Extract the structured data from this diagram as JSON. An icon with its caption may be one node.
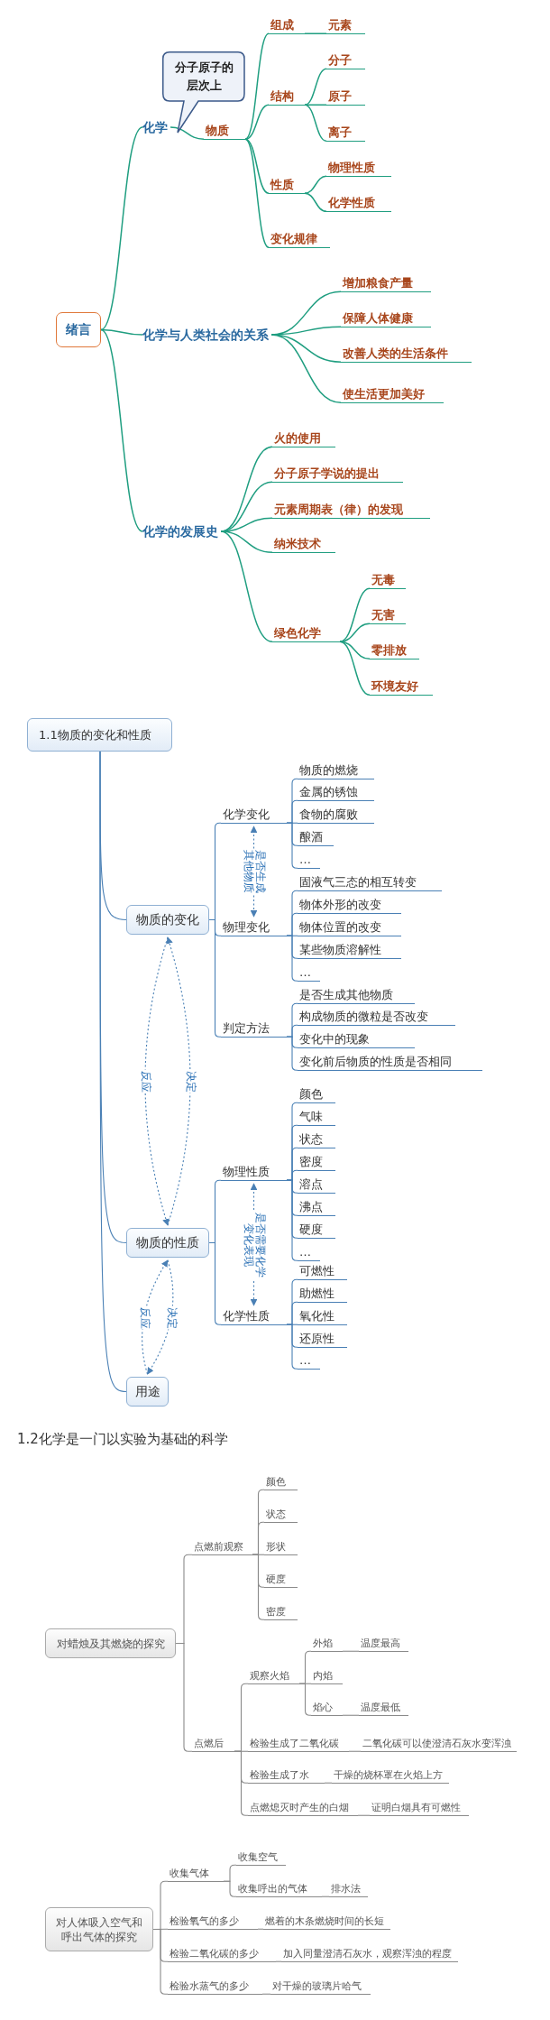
{
  "diagram": {
    "nodes": [
      {
        "text": [
          "绪言"
        ]
      },
      {
        "text": [
          "化学"
        ]
      },
      {
        "text": [
          "分子原子的层次上"
        ]
      },
      {
        "text": [
          "物质"
        ]
      },
      {
        "text": [
          "组成"
        ]
      },
      {
        "text": [
          "元素"
        ]
      },
      {
        "text": [
          "结构"
        ]
      },
      {
        "text": [
          "分子"
        ]
      },
      {
        "text": [
          "原子"
        ]
      },
      {
        "text": [
          "离子"
        ]
      },
      {
        "text": [
          "性质"
        ]
      },
      {
        "text": [
          "物理性质"
        ]
      },
      {
        "text": [
          "化学性质"
        ]
      },
      {
        "text": [
          "变化规律"
        ]
      },
      {
        "text": [
          "化学与人类社会的关系"
        ]
      },
      {
        "text": [
          "增加粮食产量"
        ]
      },
      {
        "text": [
          "保障人体健康"
        ]
      },
      {
        "text": [
          "改善人类的生活条件"
        ]
      },
      {
        "text": [
          "使生活更加美好"
        ]
      },
      {
        "text": [
          "化学的发展史"
        ]
      },
      {
        "text": [
          "火的使用"
        ]
      },
      {
        "text": [
          "分子原子学说的提出"
        ]
      },
      {
        "text": [
          "元素周期表（律）的发现"
        ]
      },
      {
        "text": [
          "纳米技术"
        ]
      },
      {
        "text": [
          "绿色化学"
        ]
      },
      {
        "text": [
          "无毒"
        ]
      },
      {
        "text": [
          "无害"
        ]
      },
      {
        "text": [
          "零排放"
        ]
      },
      {
        "text": [
          "环境友好"
        ]
      },
      {
        "text": [
          "1.1物质的变化和性质"
        ]
      },
      {
        "text": [
          "物质的变化"
        ]
      },
      {
        "text": [
          "化学变化"
        ]
      },
      {
        "text": [
          "物质的燃烧"
        ]
      },
      {
        "text": [
          "金属的锈蚀"
        ]
      },
      {
        "text": [
          "食物的腐败"
        ]
      },
      {
        "text": [
          "酿酒"
        ]
      },
      {
        "text": [
          "…"
        ]
      },
      {
        "text": [
          "物理变化"
        ]
      },
      {
        "text": [
          "固液气三态的相互转变"
        ]
      },
      {
        "text": [
          "物体外形的改变"
        ]
      },
      {
        "text": [
          "物体位置的改变"
        ]
      },
      {
        "text": [
          "某些物质溶解性"
        ]
      },
      {
        "text": [
          "…"
        ]
      },
      {
        "text": [
          "判定方法"
        ]
      },
      {
        "text": [
          "是否生成其他物质"
        ]
      },
      {
        "text": [
          "构成物质的微粒是否改变"
        ]
      },
      {
        "text": [
          "变化中的现象"
        ]
      },
      {
        "text": [
          "变化前后物质的性质是否相同"
        ]
      },
      {
        "text": [
          "物质的性质"
        ]
      },
      {
        "text": [
          "物理性质"
        ]
      },
      {
        "text": [
          "颜色"
        ]
      },
      {
        "text": [
          "气味"
        ]
      },
      {
        "text": [
          "状态"
        ]
      },
      {
        "text": [
          "密度"
        ]
      },
      {
        "text": [
          "溶点"
        ]
      },
      {
        "text": [
          "沸点"
        ]
      },
      {
        "text": [
          "硬度"
        ]
      },
      {
        "text": [
          "…"
        ]
      },
      {
        "text": [
          "化学性质"
        ]
      },
      {
        "text": [
          "可燃性"
        ]
      },
      {
        "text": [
          "助燃性"
        ]
      },
      {
        "text": [
          "氧化性"
        ]
      },
      {
        "text": [
          "还原性"
        ]
      },
      {
        "text": [
          "…"
        ]
      },
      {
        "text": [
          "用途"
        ]
      },
      {
        "text": [
          "对蜡烛及其燃烧的探究"
        ]
      },
      {
        "text": [
          "点燃前观察"
        ]
      },
      {
        "text": [
          "颜色"
        ]
      },
      {
        "text": [
          "状态"
        ]
      },
      {
        "text": [
          "形状"
        ]
      },
      {
        "text": [
          "硬度"
        ]
      },
      {
        "text": [
          "密度"
        ]
      },
      {
        "text": [
          "点燃后"
        ]
      },
      {
        "text": [
          "观察火焰"
        ]
      },
      {
        "text": [
          "外焰"
        ]
      },
      {
        "text": [
          "温度最高"
        ]
      },
      {
        "text": [
          "内焰"
        ]
      },
      {
        "text": [
          "焰心"
        ]
      },
      {
        "text": [
          "温度最低"
        ]
      },
      {
        "text": [
          "检验生成了二氧化碳"
        ]
      },
      {
        "text": [
          "二氧化碳可以使澄清石灰水变浑浊"
        ]
      },
      {
        "text": [
          "检验生成了水"
        ]
      },
      {
        "text": [
          "干燥的烧杯罩在火焰上方"
        ]
      },
      {
        "text": [
          "点燃熄灭时产生的白烟"
        ]
      },
      {
        "text": [
          "证明白烟具有可燃性"
        ]
      },
      {
        "text": [
          "对人体吸入空气和呼出气体的探究"
        ]
      },
      {
        "text": [
          "收集气体"
        ]
      },
      {
        "text": [
          "收集空气"
        ]
      },
      {
        "text": [
          "收集呼出的气体"
        ]
      },
      {
        "text": [
          "排水法"
        ]
      },
      {
        "text": [
          "检验氧气的多少"
        ]
      },
      {
        "text": [
          "燃着的木条燃烧时间的长短"
        ]
      },
      {
        "text": [
          "检验二氧化碳的多少"
        ]
      },
      {
        "text": [
          "加入同量澄清石灰水，观察浑浊的程度"
        ]
      },
      {
        "text": [
          "检验水蒸气的多少"
        ]
      },
      {
        "text": [
          "对干燥的玻璃片哈气"
        ]
      }
    ],
    "edges": [
      {
        "from": 0,
        "to": 1,
        "arrow": "none",
        "color": "#1f9e80"
      },
      {
        "from": 0,
        "to": 14,
        "arrow": "none",
        "color": "#1f9e80"
      },
      {
        "from": 0,
        "to": 19,
        "arrow": "none",
        "color": "#1f9e80"
      },
      {
        "from": 1,
        "to": 3,
        "arrow": "none",
        "color": "#1f9e80"
      },
      {
        "from": 3,
        "to": 4,
        "arrow": "none",
        "color": "#1f9e80"
      },
      {
        "from": 3,
        "to": 6,
        "arrow": "none",
        "color": "#1f9e80"
      },
      {
        "from": 3,
        "to": 10,
        "arrow": "none",
        "color": "#1f9e80"
      },
      {
        "from": 3,
        "to": 13,
        "arrow": "none",
        "color": "#1f9e80"
      },
      {
        "from": 4,
        "to": 5,
        "arrow": "none",
        "color": "#1f9e80"
      },
      {
        "from": 6,
        "to": 7,
        "arrow": "none",
        "color": "#1f9e80"
      },
      {
        "from": 6,
        "to": 8,
        "arrow": "none",
        "color": "#1f9e80"
      },
      {
        "from": 6,
        "to": 9,
        "arrow": "none",
        "color": "#1f9e80"
      },
      {
        "from": 10,
        "to": 11,
        "arrow": "none",
        "color": "#1f9e80"
      },
      {
        "from": 10,
        "to": 12,
        "arrow": "none",
        "color": "#1f9e80"
      },
      {
        "from": 14,
        "to": 15,
        "arrow": "none",
        "color": "#1f9e80"
      },
      {
        "from": 14,
        "to": 16,
        "arrow": "none",
        "color": "#1f9e80"
      },
      {
        "from": 14,
        "to": 17,
        "arrow": "none",
        "color": "#1f9e80"
      },
      {
        "from": 14,
        "to": 18,
        "arrow": "none",
        "color": "#1f9e80"
      },
      {
        "from": 19,
        "to": 20,
        "arrow": "none",
        "color": "#1f9e80"
      },
      {
        "from": 19,
        "to": 21,
        "arrow": "none",
        "color": "#1f9e80"
      },
      {
        "from": 19,
        "to": 22,
        "arrow": "none",
        "color": "#1f9e80"
      },
      {
        "from": 19,
        "to": 23,
        "arrow": "none",
        "color": "#1f9e80"
      },
      {
        "from": 19,
        "to": 24,
        "arrow": "none",
        "color": "#1f9e80"
      },
      {
        "from": 24,
        "to": 25,
        "arrow": "none",
        "color": "#1f9e80"
      },
      {
        "from": 24,
        "to": 26,
        "arrow": "none",
        "color": "#1f9e80"
      },
      {
        "from": 24,
        "to": 27,
        "arrow": "none",
        "color": "#1f9e80"
      },
      {
        "from": 24,
        "to": 28,
        "arrow": "none",
        "color": "#1f9e80"
      },
      {
        "from": 29,
        "to": 30,
        "arrow": "none"
      },
      {
        "from": 29,
        "to": 48,
        "arrow": "none"
      },
      {
        "from": 29,
        "to": 64,
        "arrow": "none"
      },
      {
        "from": 30,
        "to": 31,
        "arrow": "none"
      },
      {
        "from": 30,
        "to": 37,
        "arrow": "none"
      },
      {
        "from": 30,
        "to": 43,
        "arrow": "none"
      },
      {
        "from": 31,
        "to": 32,
        "arrow": "none"
      },
      {
        "from": 31,
        "to": 33,
        "arrow": "none"
      },
      {
        "from": 31,
        "to": 34,
        "arrow": "none"
      },
      {
        "from": 31,
        "to": 35,
        "arrow": "none"
      },
      {
        "from": 31,
        "to": 36,
        "arrow": "none"
      },
      {
        "from": 37,
        "to": 38,
        "arrow": "none"
      },
      {
        "from": 37,
        "to": 39,
        "arrow": "none"
      },
      {
        "from": 37,
        "to": 40,
        "arrow": "none"
      },
      {
        "from": 37,
        "to": 41,
        "arrow": "none"
      },
      {
        "from": 37,
        "to": 42,
        "arrow": "none"
      },
      {
        "from": 43,
        "to": 44,
        "arrow": "none"
      },
      {
        "from": 43,
        "to": 45,
        "arrow": "none"
      },
      {
        "from": 43,
        "to": 46,
        "arrow": "none"
      },
      {
        "from": 43,
        "to": 47,
        "arrow": "none"
      },
      {
        "from": 48,
        "to": 49,
        "arrow": "none"
      },
      {
        "from": 48,
        "to": 58,
        "arrow": "none"
      },
      {
        "from": 49,
        "to": 50,
        "arrow": "none"
      },
      {
        "from": 49,
        "to": 51,
        "arrow": "none"
      },
      {
        "from": 49,
        "to": 52,
        "arrow": "none"
      },
      {
        "from": 49,
        "to": 53,
        "arrow": "none"
      },
      {
        "from": 49,
        "to": 54,
        "arrow": "none"
      },
      {
        "from": 49,
        "to": 55,
        "arrow": "none"
      },
      {
        "from": 49,
        "to": 56,
        "arrow": "none"
      },
      {
        "from": 49,
        "to": 57,
        "arrow": "none"
      },
      {
        "from": 58,
        "to": 59,
        "arrow": "none"
      },
      {
        "from": 58,
        "to": 60,
        "arrow": "none"
      },
      {
        "from": 58,
        "to": 61,
        "arrow": "none"
      },
      {
        "from": 58,
        "to": 62,
        "arrow": "none"
      },
      {
        "from": 58,
        "to": 63,
        "arrow": "none"
      },
      {
        "from": 31,
        "to": 37,
        "arrow": "both",
        "style": "dashed",
        "label": "是否生成其他物质"
      },
      {
        "from": 30,
        "to": 48,
        "arrow": "to",
        "style": "dashed",
        "label": "反应"
      },
      {
        "from": 48,
        "to": 30,
        "arrow": "to",
        "style": "dashed",
        "label": "决定"
      },
      {
        "from": 49,
        "to": 58,
        "arrow": "both",
        "style": "dashed",
        "label": "是否需要化学变化表现"
      },
      {
        "from": 64,
        "to": 48,
        "arrow": "to",
        "style": "dashed",
        "label": "反应"
      },
      {
        "from": 48,
        "to": 64,
        "arrow": "to",
        "style": "dashed",
        "label": "决定"
      },
      {
        "from": 65,
        "to": 66,
        "arrow": "none",
        "color": "#8a8a8a"
      },
      {
        "from": 65,
        "to": 72,
        "arrow": "none",
        "color": "#8a8a8a"
      },
      {
        "from": 66,
        "to": 67,
        "arrow": "none",
        "color": "#8a8a8a"
      },
      {
        "from": 66,
        "to": 68,
        "arrow": "none",
        "color": "#8a8a8a"
      },
      {
        "from": 66,
        "to": 69,
        "arrow": "none",
        "color": "#8a8a8a"
      },
      {
        "from": 66,
        "to": 70,
        "arrow": "none",
        "color": "#8a8a8a"
      },
      {
        "from": 66,
        "to": 71,
        "arrow": "none",
        "color": "#8a8a8a"
      },
      {
        "from": 72,
        "to": 73,
        "arrow": "none",
        "color": "#8a8a8a"
      },
      {
        "from": 72,
        "to": 79,
        "arrow": "none",
        "color": "#8a8a8a"
      },
      {
        "from": 72,
        "to": 81,
        "arrow": "none",
        "color": "#8a8a8a"
      },
      {
        "from": 72,
        "to": 83,
        "arrow": "none",
        "color": "#8a8a8a"
      },
      {
        "from": 73,
        "to": 74,
        "arrow": "none",
        "color": "#8a8a8a"
      },
      {
        "from": 73,
        "to": 76,
        "arrow": "none",
        "color": "#8a8a8a"
      },
      {
        "from": 73,
        "to": 77,
        "arrow": "none",
        "color": "#8a8a8a"
      },
      {
        "from": 74,
        "to": 75,
        "arrow": "none",
        "color": "#8a8a8a"
      },
      {
        "from": 77,
        "to": 78,
        "arrow": "none",
        "color": "#8a8a8a"
      },
      {
        "from": 79,
        "to": 80,
        "arrow": "none",
        "color": "#8a8a8a"
      },
      {
        "from": 81,
        "to": 82,
        "arrow": "none",
        "color": "#8a8a8a"
      },
      {
        "from": 83,
        "to": 84,
        "arrow": "none",
        "color": "#8a8a8a"
      },
      {
        "from": 85,
        "to": 86,
        "arrow": "none",
        "color": "#8a8a8a"
      },
      {
        "from": 85,
        "to": 90,
        "arrow": "none",
        "color": "#8a8a8a"
      },
      {
        "from": 85,
        "to": 92,
        "arrow": "none",
        "color": "#8a8a8a"
      },
      {
        "from": 85,
        "to": 94,
        "arrow": "none",
        "color": "#8a8a8a"
      },
      {
        "from": 86,
        "to": 87,
        "arrow": "none",
        "color": "#8a8a8a"
      },
      {
        "from": 86,
        "to": 88,
        "arrow": "none",
        "color": "#8a8a8a"
      },
      {
        "from": 88,
        "to": 89,
        "arrow": "none",
        "color": "#8a8a8a"
      },
      {
        "from": 90,
        "to": 91,
        "arrow": "none",
        "color": "#8a8a8a"
      },
      {
        "from": 92,
        "to": 93,
        "arrow": "none",
        "color": "#8a8a8a"
      },
      {
        "from": 94,
        "to": 95,
        "arrow": "none",
        "color": "#8a8a8a"
      }
    ],
    "labels": [
      "1.2化学是一门以实验为基础的科学"
    ]
  }
}
